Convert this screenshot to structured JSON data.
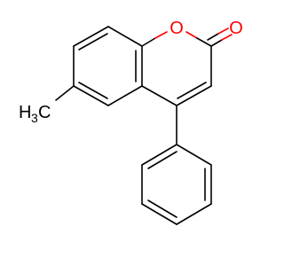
{
  "colors": {
    "bond": "#000000",
    "oxygen": "#ff0000",
    "carbon_label": "#000000",
    "background": "#ffffff"
  },
  "atoms": {
    "ring_oxygen": "O",
    "carbonyl_oxygen": "O",
    "methyl_h": "H",
    "methyl_h_count": "3",
    "methyl_c": "C"
  }
}
